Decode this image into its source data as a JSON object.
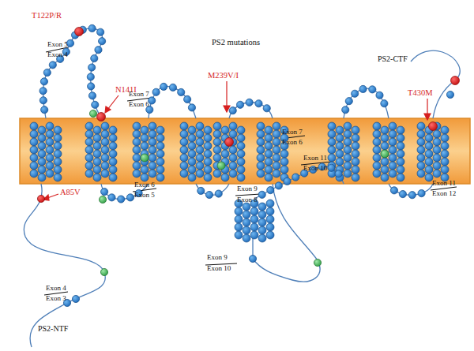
{
  "diagram": {
    "title": "PS2 mutations",
    "labels": [
      "T122P/R",
      "Exon 5",
      "Exon 4",
      "N141I",
      "Exon 7",
      "Exon 6",
      "Exon 6",
      "Exon 5",
      "A85V",
      "M239V/I",
      "Exon 7",
      "Exon 6",
      "Exon 11",
      "Exon 10",
      "Exon 9",
      "Exon 8",
      "Exon 9",
      "Exon 10",
      "PS2-CTF",
      "T430M",
      "Exon 11",
      "Exon 12",
      "Exon 4",
      "Exon 3",
      "PS2-NTF"
    ]
  }
}
